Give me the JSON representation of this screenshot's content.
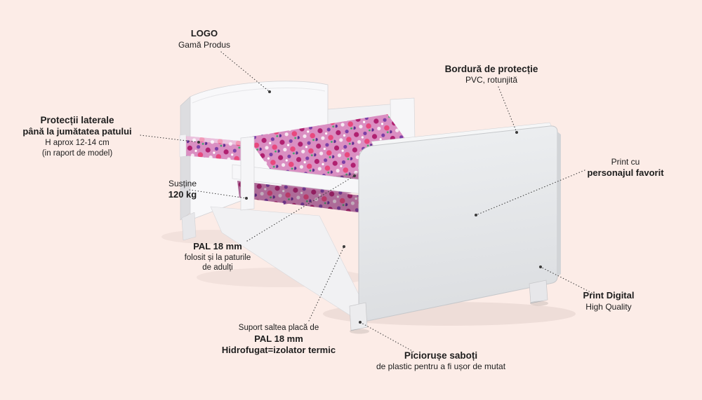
{
  "colors": {
    "background": "#fcece7",
    "text": "#1d1d1d",
    "leader_line": "#3a3a3a",
    "panel_gray": "#e4e6e9",
    "mattress_pattern": [
      "#da8fc2",
      "#b02070",
      "#7c3fa6",
      "#e8487e",
      "#ffffff"
    ]
  },
  "annotations": {
    "logo": {
      "title": "LOGO",
      "subtitle": "Gamă Produs"
    },
    "protection_border": {
      "title": "Bordură de protecție",
      "subtitle": "PVC, rotunjită"
    },
    "side_protection": {
      "line1": "Protecții laterale",
      "line2": "până la jumătatea patului",
      "line3": "H aprox 12-14 cm",
      "line4": "(in raport de model)"
    },
    "weight_support": {
      "line1": "Susține",
      "line2": "120 kg"
    },
    "favorite_print": {
      "line1": "Print cu",
      "line2": "personajul favorit"
    },
    "pal_material": {
      "line1": "PAL 18 mm",
      "line2": "folosit și la paturile",
      "line3": "de adulți"
    },
    "mattress_support": {
      "line1": "Suport saltea placă de",
      "line2": "PAL 18 mm",
      "line3": "Hidrofugat=izolator termic"
    },
    "digital_print": {
      "line1": "Print Digital",
      "line2": "High Quality"
    },
    "feet": {
      "line1": "Piciorușe saboți",
      "line2": "de plastic pentru a fi ușor de mutat"
    }
  }
}
